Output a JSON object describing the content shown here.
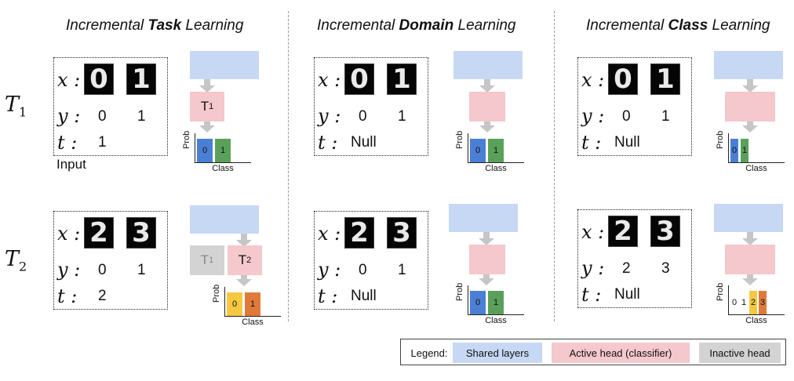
{
  "titles": {
    "task": {
      "pre": "Incremental ",
      "bold": "Task",
      "post": " Learning"
    },
    "domain": {
      "pre": "Incremental ",
      "bold": "Domain",
      "post": " Learning"
    },
    "class": {
      "pre": "Incremental ",
      "bold": "Class",
      "post": " Learning"
    }
  },
  "rows": {
    "t1": {
      "letter": "T",
      "sub": "1"
    },
    "t2": {
      "letter": "T",
      "sub": "2"
    }
  },
  "vars": {
    "x": "x :",
    "y": "y :",
    "t": "t :"
  },
  "input_label": "Input",
  "digits": {
    "row1": [
      "0",
      "1"
    ],
    "row2": [
      "2",
      "3"
    ]
  },
  "panels": {
    "task_t1": {
      "y": [
        "0",
        "1"
      ],
      "t": "1"
    },
    "task_t2": {
      "y": [
        "0",
        "1"
      ],
      "t": "2"
    },
    "domain_t1": {
      "y": [
        "0",
        "1"
      ],
      "t": "Null"
    },
    "domain_t2": {
      "y": [
        "0",
        "1"
      ],
      "t": "Null"
    },
    "class_t1": {
      "y": [
        "0",
        "1"
      ],
      "t": "Null"
    },
    "class_t2": {
      "y": [
        "2",
        "3"
      ],
      "t": "Null"
    }
  },
  "heads": {
    "letter": "T",
    "h1": "1",
    "h2": "2"
  },
  "chart_data": [
    {
      "type": "bar",
      "panel": "task_t1",
      "xlabel": "Class",
      "ylabel": "Prob",
      "categories": [
        "0",
        "1"
      ],
      "colors": [
        "#4a7fd4",
        "#5aa05a"
      ]
    },
    {
      "type": "bar",
      "panel": "task_t2",
      "xlabel": "Class",
      "ylabel": "Prob",
      "categories": [
        "0",
        "1"
      ],
      "colors": [
        "#f5c842",
        "#e07a3a"
      ]
    },
    {
      "type": "bar",
      "panel": "domain_t1",
      "xlabel": "Class",
      "ylabel": "Prob",
      "categories": [
        "0",
        "1"
      ],
      "colors": [
        "#4a7fd4",
        "#5aa05a"
      ]
    },
    {
      "type": "bar",
      "panel": "domain_t2",
      "xlabel": "Class",
      "ylabel": "Prob",
      "categories": [
        "0",
        "1"
      ],
      "colors": [
        "#4a7fd4",
        "#5aa05a"
      ]
    },
    {
      "type": "bar",
      "panel": "class_t1",
      "xlabel": "Class",
      "ylabel": "Prob",
      "categories": [
        "0",
        "1"
      ],
      "colors": [
        "#4a7fd4",
        "#5aa05a"
      ]
    },
    {
      "type": "bar",
      "panel": "class_t2",
      "xlabel": "Class",
      "ylabel": "Prob",
      "categories": [
        "0",
        "1",
        "2",
        "3"
      ],
      "colors": [
        "#f5c842",
        "#e07a3a"
      ]
    }
  ],
  "legend": {
    "title": "Legend:",
    "shared": "Shared layers",
    "active": "Active head (classifier)",
    "inactive": "Inactive head"
  },
  "colors": {
    "shared": "#c6d8f4",
    "active": "#f4c8cc",
    "inactive": "#d3d3d3",
    "arrow": "#c6c6c6",
    "blue_bar": "#4a7fd4",
    "green_bar": "#5aa05a",
    "yellow_bar": "#f5c842",
    "orange_bar": "#e07a3a"
  }
}
